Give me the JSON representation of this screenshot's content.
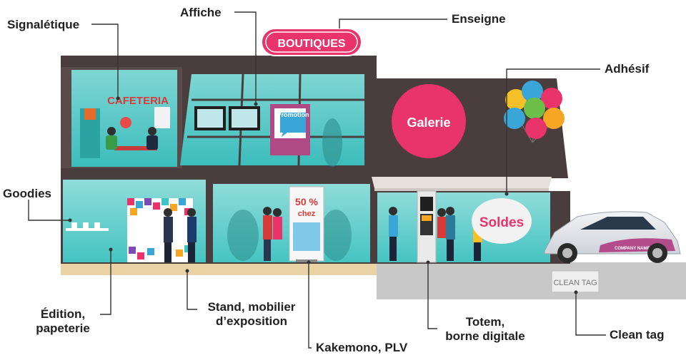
{
  "labels": {
    "signaletique": "Signalétique",
    "affiche": "Affiche",
    "enseigne": "Enseigne",
    "adhesif": "Adhésif",
    "goodies": "Goodies",
    "edition_l1": "Édition,",
    "edition_l2": "papeterie",
    "stand_l1": "Stand, mobilier",
    "stand_l2": "d’exposition",
    "kakemono": "Kakemono, PLV",
    "totem_l1": "Totem,",
    "totem_l2": "borne digitale",
    "cleantag": "Clean tag"
  },
  "scene_text": {
    "boutiques": "BOUTIQUES",
    "cafeteria": "CAFETERIA",
    "promotion": "Promotion",
    "galerie": "Galerie",
    "kakemono_pct": "50 %",
    "kakemono_chez": "chez",
    "soldes": "Soldes",
    "cleantag_sign": "CLEAN TAG",
    "company_name": "COMPANY NAME"
  },
  "colors": {
    "brand_pink": "#e8336b",
    "glass_teal": "#3cc6c4",
    "facade_dark": "#4a3d3d",
    "sidewalk": "#e9d3a4",
    "pavement": "#c8c8c8"
  }
}
